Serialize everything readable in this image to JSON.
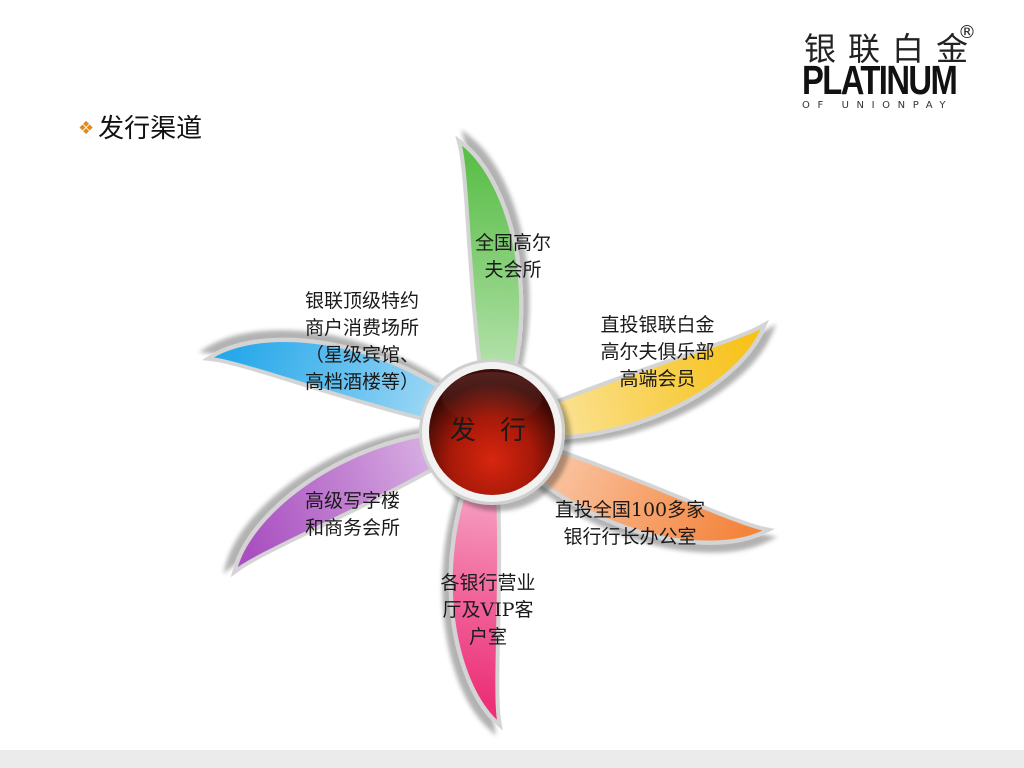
{
  "logo": {
    "chinese": "银联白金",
    "registered": "®",
    "english": "PLATINUM",
    "subtitle": "OF UNIONPAY"
  },
  "heading": {
    "bullet": "❖",
    "text": "发行渠道"
  },
  "center": {
    "label": "发 行"
  },
  "petals": [
    {
      "id": "top",
      "text": "全国高尔\n夫会所",
      "color": "#5cbf4a"
    },
    {
      "id": "upper-right",
      "text": "直投银联白金\n高尔夫俱乐部\n高端会员",
      "color": "#f7c21a"
    },
    {
      "id": "lower-right",
      "text": "直投全国100多家\n银行行长办公室",
      "color": "#f4843c"
    },
    {
      "id": "bottom",
      "text": "各银行营业\n厅及VIP客\n户室",
      "color": "#ec2f78"
    },
    {
      "id": "lower-left",
      "text": "高级写字楼\n和商务会所",
      "color": "#a94fc0"
    },
    {
      "id": "upper-left",
      "text": "银联顶级特约\n商户消费场所\n（星级宾馆、\n高档酒楼等）",
      "color": "#27a8ea"
    }
  ],
  "colors": {
    "center_dark": "#3e0a06",
    "center_red": "#c4200e",
    "bullet": "#e08a1e"
  }
}
